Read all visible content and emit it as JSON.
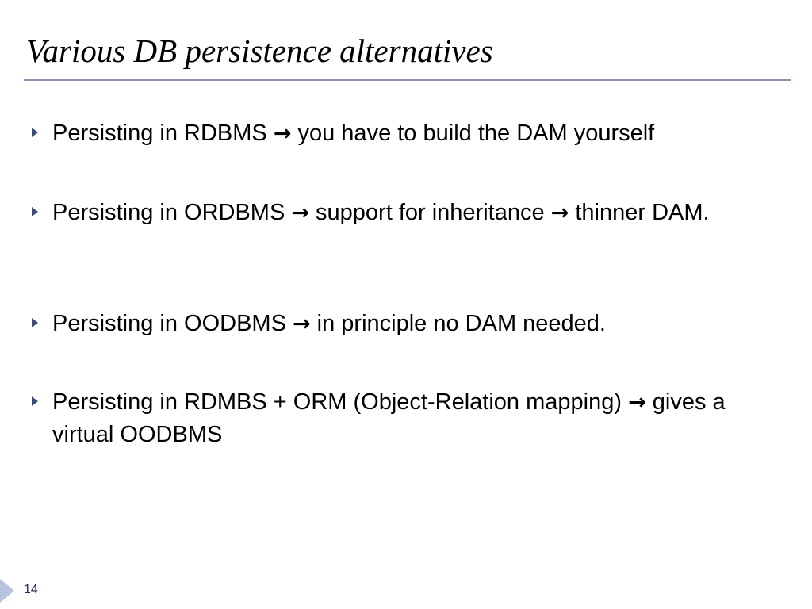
{
  "slide": {
    "title": "Various DB persistence alternatives",
    "page_number": "14",
    "accent_color": "#8a8fb0",
    "bullet_icon": "triangle-right-icon",
    "arrow_symbol": "→",
    "bullets": [
      {
        "parts": [
          "Persisting in RDBMS ",
          " you have to build the DAM yourself"
        ]
      },
      {
        "parts": [
          "Persisting in ORDBMS ",
          " support for inheritance ",
          " thinner DAM."
        ]
      },
      {
        "parts": [
          "Persisting in OODBMS ",
          " in principle no DAM needed."
        ]
      },
      {
        "parts": [
          "Persisting in RDMBS + ORM (Object-Relation mapping) ",
          " gives a virtual OODBMS"
        ]
      }
    ]
  }
}
